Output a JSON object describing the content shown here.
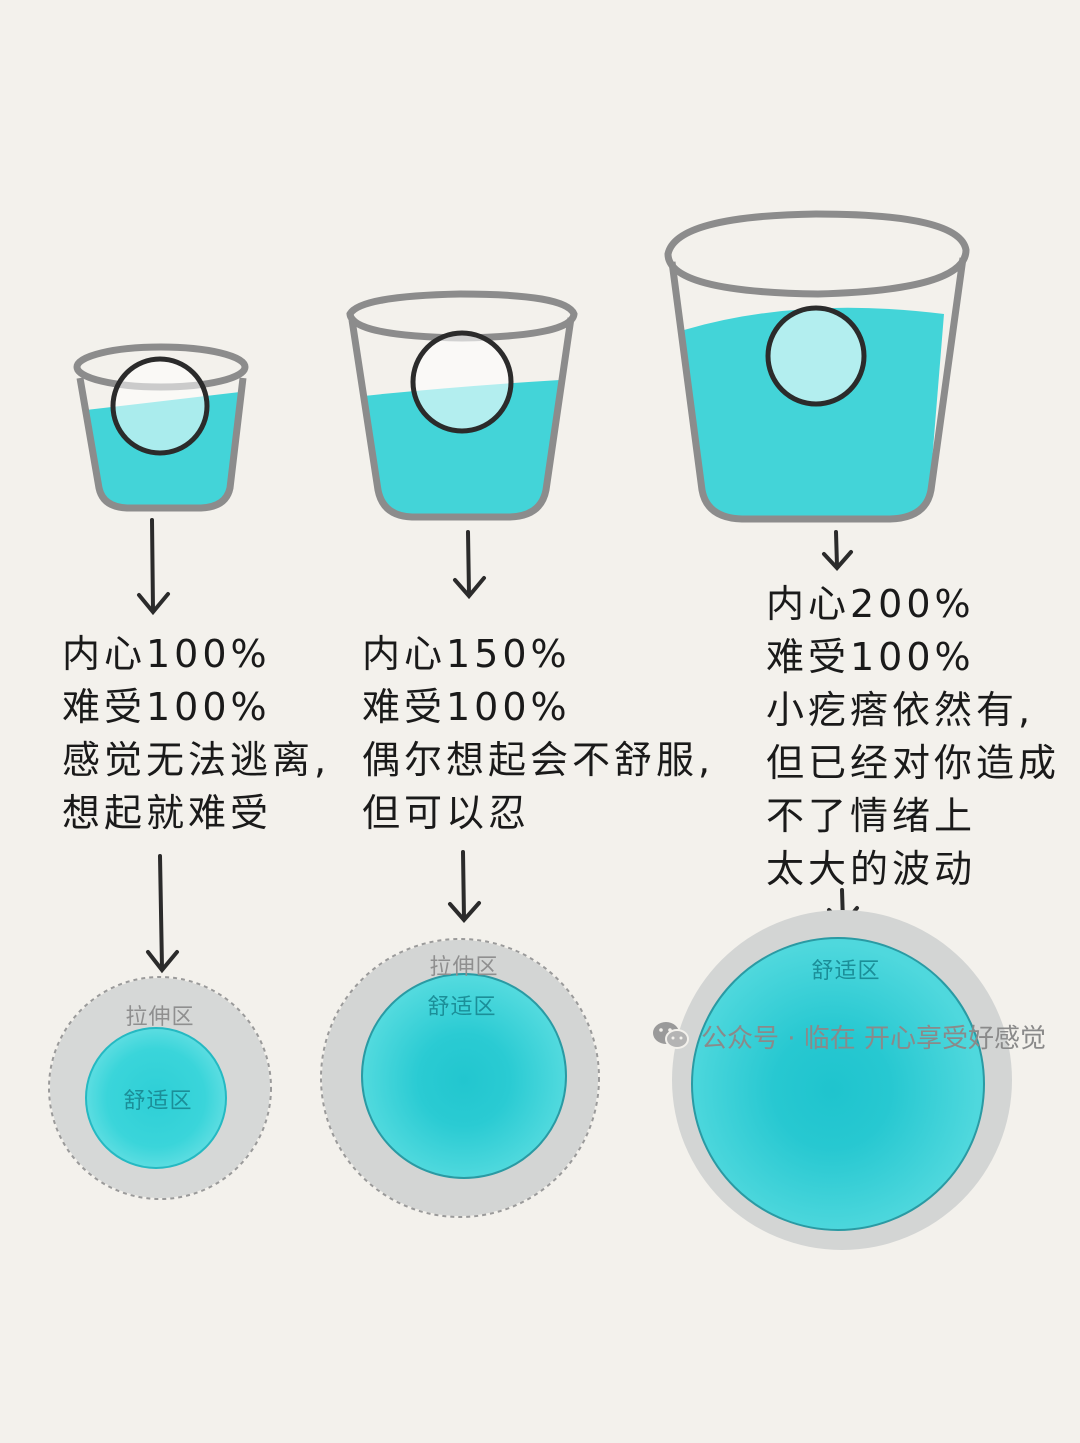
{
  "columns": [
    {
      "lines": [
        "内心100%",
        "难受100%",
        "感觉无法逃离,",
        "想起就难受"
      ],
      "stretch_label": "拉伸区",
      "comfort_label": "舒适区"
    },
    {
      "lines": [
        "内心150%",
        "难受100%",
        "偶尔想起会不舒服,",
        "但可以忍"
      ],
      "stretch_label": "拉伸区",
      "comfort_label": "舒适区"
    },
    {
      "lines": [
        "内心200%",
        "难受100%",
        "小疙瘩依然有,",
        "但已经对你造成",
        "不了情绪上",
        "太大的波动"
      ],
      "comfort_label": "舒适区"
    }
  ],
  "watermark": {
    "text": "公众号 · 临在 开心享受好感觉",
    "icon": "wechat-icon"
  },
  "colors": {
    "water": "#3fd6db",
    "water_deep": "#25c9d1",
    "glass_outline": "#8c8c8c",
    "stretch_zone": "#d3d5d4",
    "background": "#f3f1ec"
  }
}
